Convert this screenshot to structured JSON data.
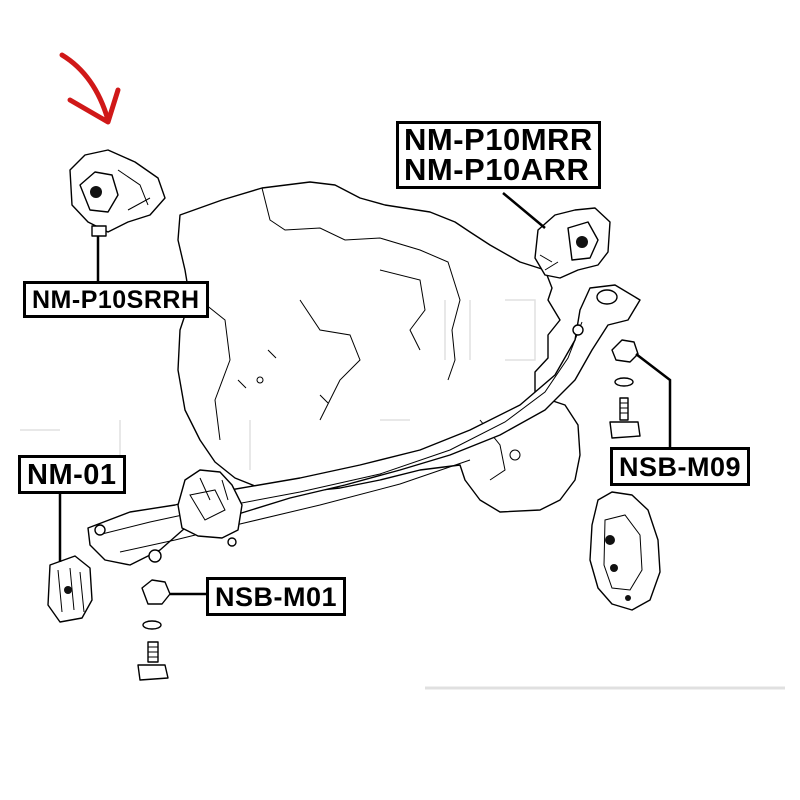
{
  "labels": {
    "rear_mount": "NM-P10SRRH",
    "top_mount_line1": "NM-P10MRR",
    "top_mount_line2": "NM-P10ARR",
    "front_mount": "NM-01",
    "nut_left": "NSB-M01",
    "nut_right": "NSB-M09"
  },
  "annotation": {
    "arrow_color": "#d01818",
    "line_color": "#000000"
  }
}
